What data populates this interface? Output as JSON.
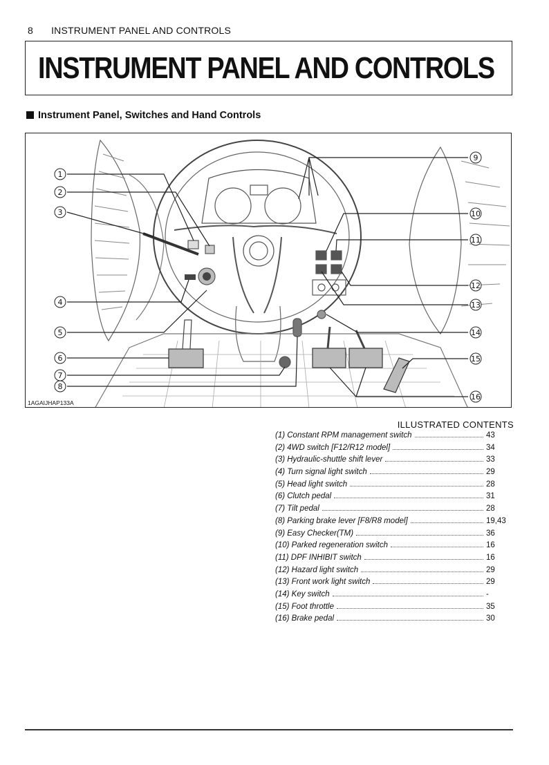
{
  "header": {
    "page_number": "8",
    "running_title": "INSTRUMENT PANEL AND CONTROLS"
  },
  "title": "INSTRUMENT PANEL AND CONTROLS",
  "section_heading": "Instrument Panel, Switches and Hand Controls",
  "figure": {
    "id": "1AGAIJHAP133A",
    "callouts": [
      "①",
      "②",
      "③",
      "④",
      "⑤",
      "⑥",
      "⑦",
      "⑧",
      "⑨",
      "⑩",
      "⑪",
      "⑫",
      "⑬",
      "⑭",
      "⑮",
      "⑯"
    ]
  },
  "contents": {
    "heading": "ILLUSTRATED CONTENTS",
    "items": [
      {
        "label": "(1) Constant RPM management switch",
        "page": "43"
      },
      {
        "label": "(2) 4WD switch [F12/R12 model]",
        "page": "34"
      },
      {
        "label": "(3) Hydraulic-shuttle shift lever",
        "page": "33"
      },
      {
        "label": "(4) Turn signal light switch",
        "page": "29"
      },
      {
        "label": "(5) Head light switch",
        "page": "28"
      },
      {
        "label": "(6) Clutch pedal",
        "page": "31"
      },
      {
        "label": "(7) Tilt pedal",
        "page": "28"
      },
      {
        "label": "(8) Parking brake lever [F8/R8 model]",
        "page": "19,43"
      },
      {
        "label": "(9) Easy Checker(TM)",
        "page": "36"
      },
      {
        "label": "(10) Parked regeneration switch",
        "page": "16"
      },
      {
        "label": "(11) DPF INHIBIT switch",
        "page": "16"
      },
      {
        "label": "(12) Hazard light switch",
        "page": "29"
      },
      {
        "label": "(13) Front work light switch",
        "page": "29"
      },
      {
        "label": "(14) Key switch",
        "page": "-"
      },
      {
        "label": "(15) Foot throttle",
        "page": "35"
      },
      {
        "label": "(16) Brake pedal",
        "page": "30"
      }
    ]
  }
}
